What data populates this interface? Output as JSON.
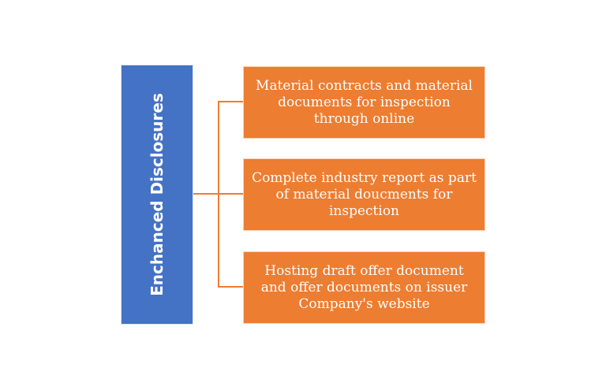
{
  "root": {
    "label": "Enchanced Disclosures",
    "color": "#4472c4"
  },
  "children": [
    {
      "label": "Material contracts and material documents for inspection through online"
    },
    {
      "label": "Complete industry report as part of material doucments for inspection"
    },
    {
      "label": "Hosting draft offer document and offer documents on issuer Company's website"
    }
  ],
  "colors": {
    "child": "#ed7d31",
    "connector": "#ed7d31"
  }
}
